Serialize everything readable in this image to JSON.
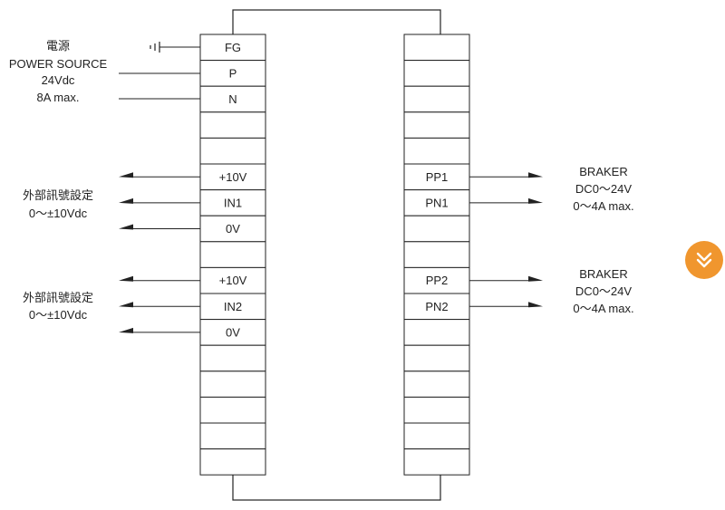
{
  "left_terminals": [
    "FG",
    "P",
    "N",
    "",
    "",
    "+10V",
    "IN1",
    "0V",
    "",
    "+10V",
    "IN2",
    "0V",
    "",
    "",
    "",
    "",
    ""
  ],
  "right_terminals": [
    "",
    "",
    "",
    "",
    "",
    "PP1",
    "PN1",
    "",
    "",
    "PP2",
    "PN2",
    "",
    "",
    "",
    "",
    "",
    ""
  ],
  "power": {
    "line1": "電源",
    "line2": "POWER SOURCE",
    "line3": "24Vdc",
    "line4": "8A max."
  },
  "input1": {
    "line1": "外部訊號設定",
    "line2": "0～±10Vdc"
  },
  "input2": {
    "line1": "外部訊號設定",
    "line2": "0～±10Vdc"
  },
  "output1": {
    "line1": "BRAKER",
    "line2": "DC0～24V",
    "line3": "0～4A max."
  },
  "output2": {
    "line1": "BRAKER",
    "line2": "DC0～24V",
    "line3": "0～4A max."
  },
  "colors": {
    "line": "#222222",
    "accent": "#f0962e"
  },
  "scroll_icon": "double-chevron-down-icon"
}
